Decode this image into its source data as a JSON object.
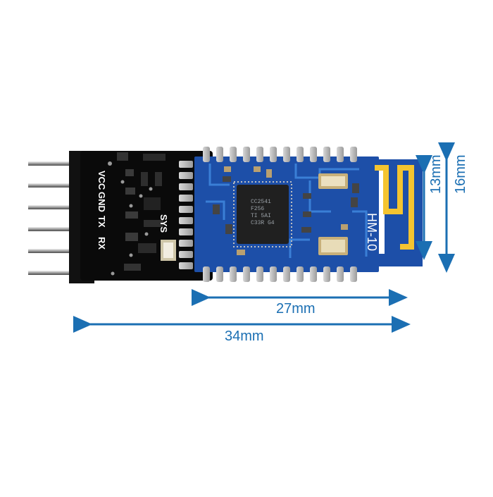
{
  "dimensions": {
    "width_27": "27mm",
    "width_34": "34mm",
    "height_13": "13mm",
    "height_16": "16mm"
  },
  "board": {
    "pins": [
      "VCC",
      "GND",
      "TX",
      "RX"
    ],
    "state_label": "SYS",
    "model_label": "HM-10",
    "chip_text": "CC2541\nF256\nTI 5AI\nC33R G4"
  },
  "colors": {
    "dimension_arrow": "#1b6fb3",
    "carrier_board": "#0a0a0a",
    "module_board": "#1d4fa8",
    "trace": "#3a7fd6"
  }
}
